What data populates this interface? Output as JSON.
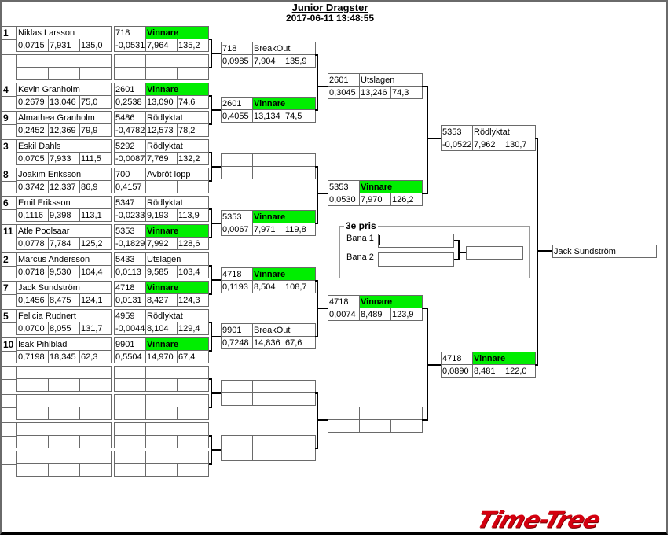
{
  "header": {
    "title": "Junior Dragster",
    "datetime": "2017-06-11 13:48:55"
  },
  "colors": {
    "winner": "#00ee00",
    "border": "#6a6a6a",
    "logo": "#d4000f"
  },
  "round1": [
    {
      "seed": "1",
      "name": "Niklas Larsson",
      "rt": "0,0715",
      "et": "7,931",
      "speed": "135,0",
      "car": "718",
      "status": "Vinnare",
      "rt2": "-0,0531",
      "et2": "7,964",
      "speed2": "135,2",
      "winner": true
    },
    {
      "seed": "",
      "name": "",
      "rt": "",
      "et": "",
      "speed": "",
      "car": "",
      "status": "",
      "rt2": "",
      "et2": "",
      "speed2": "",
      "winner": false
    },
    {
      "seed": "4",
      "name": "Kevin Granholm",
      "rt": "0,2679",
      "et": "13,046",
      "speed": "75,0",
      "car": "2601",
      "status": "Vinnare",
      "rt2": "0,2538",
      "et2": "13,090",
      "speed2": "74,6",
      "winner": true
    },
    {
      "seed": "9",
      "name": "Almathea Granholm",
      "rt": "0,2452",
      "et": "12,369",
      "speed": "79,9",
      "car": "5486",
      "status": "Rödlyktat",
      "rt2": "-0,4782",
      "et2": "12,573",
      "speed2": "78,2",
      "winner": false
    },
    {
      "seed": "3",
      "name": "Eskil Dahls",
      "rt": "0,0705",
      "et": "7,933",
      "speed": "111,5",
      "car": "5292",
      "status": "Rödlyktat",
      "rt2": "-0,0087",
      "et2": "7,769",
      "speed2": "132,2",
      "winner": false
    },
    {
      "seed": "8",
      "name": "Joakim Eriksson",
      "rt": "0,3742",
      "et": "12,337",
      "speed": "86,9",
      "car": "700",
      "status": "Avbröt lopp",
      "rt2": "0,4157",
      "et2": "",
      "speed2": "",
      "winner": false
    },
    {
      "seed": "6",
      "name": "Emil Eriksson",
      "rt": "0,1116",
      "et": "9,398",
      "speed": "113,1",
      "car": "5347",
      "status": "Rödlyktat",
      "rt2": "-0,0233",
      "et2": "9,193",
      "speed2": "113,9",
      "winner": false
    },
    {
      "seed": "11",
      "name": "Atle Poolsaar",
      "rt": "0,0778",
      "et": "7,784",
      "speed": "125,2",
      "car": "5353",
      "status": "Vinnare",
      "rt2": "-0,1829",
      "et2": "7,992",
      "speed2": "128,6",
      "winner": true
    },
    {
      "seed": "2",
      "name": "Marcus Andersson",
      "rt": "0,0718",
      "et": "9,530",
      "speed": "104,4",
      "car": "5433",
      "status": "Utslagen",
      "rt2": "0,0113",
      "et2": "9,585",
      "speed2": "103,4",
      "winner": false
    },
    {
      "seed": "7",
      "name": "Jack Sundström",
      "rt": "0,1456",
      "et": "8,475",
      "speed": "124,1",
      "car": "4718",
      "status": "Vinnare",
      "rt2": "0,0131",
      "et2": "8,427",
      "speed2": "124,3",
      "winner": true
    },
    {
      "seed": "5",
      "name": "Felicia Rudnert",
      "rt": "0,0700",
      "et": "8,055",
      "speed": "131,7",
      "car": "4959",
      "status": "Rödlyktat",
      "rt2": "-0,0044",
      "et2": "8,104",
      "speed2": "129,4",
      "winner": false
    },
    {
      "seed": "10",
      "name": "Isak Pihlblad",
      "rt": "0,7198",
      "et": "18,345",
      "speed": "62,3",
      "car": "9901",
      "status": "Vinnare",
      "rt2": "0,5504",
      "et2": "14,970",
      "speed2": "67,4",
      "winner": true
    },
    {
      "seed": "",
      "name": "",
      "rt": "",
      "et": "",
      "speed": "",
      "car": "",
      "status": "",
      "rt2": "",
      "et2": "",
      "speed2": "",
      "winner": false
    },
    {
      "seed": "",
      "name": "",
      "rt": "",
      "et": "",
      "speed": "",
      "car": "",
      "status": "",
      "rt2": "",
      "et2": "",
      "speed2": "",
      "winner": false
    },
    {
      "seed": "",
      "name": "",
      "rt": "",
      "et": "",
      "speed": "",
      "car": "",
      "status": "",
      "rt2": "",
      "et2": "",
      "speed2": "",
      "winner": false
    },
    {
      "seed": "",
      "name": "",
      "rt": "",
      "et": "",
      "speed": "",
      "car": "",
      "status": "",
      "rt2": "",
      "et2": "",
      "speed2": "",
      "winner": false
    }
  ],
  "round2": [
    {
      "car": "718",
      "status": "BreakOut",
      "rt": "0,0985",
      "et": "7,904",
      "speed": "135,9",
      "winner": false
    },
    {
      "car": "2601",
      "status": "Vinnare",
      "rt": "0,4055",
      "et": "13,134",
      "speed": "74,5",
      "winner": true
    },
    {
      "car": "",
      "status": "",
      "rt": "",
      "et": "",
      "speed": "",
      "winner": false
    },
    {
      "car": "5353",
      "status": "Vinnare",
      "rt": "0,0067",
      "et": "7,971",
      "speed": "119,8",
      "winner": true
    },
    {
      "car": "4718",
      "status": "Vinnare",
      "rt": "0,1193",
      "et": "8,504",
      "speed": "108,7",
      "winner": true
    },
    {
      "car": "9901",
      "status": "BreakOut",
      "rt": "0,7248",
      "et": "14,836",
      "speed": "67,6",
      "winner": false
    },
    {
      "car": "",
      "status": "",
      "rt": "",
      "et": "",
      "speed": "",
      "winner": false
    },
    {
      "car": "",
      "status": "",
      "rt": "",
      "et": "",
      "speed": "",
      "winner": false
    }
  ],
  "round3": [
    {
      "car": "2601",
      "status": "Utslagen",
      "rt": "0,3045",
      "et": "13,246",
      "speed": "74,3",
      "winner": false
    },
    {
      "car": "5353",
      "status": "Vinnare",
      "rt": "0,0530",
      "et": "7,970",
      "speed": "126,2",
      "winner": true
    },
    {
      "car": "4718",
      "status": "Vinnare",
      "rt": "0,0074",
      "et": "8,489",
      "speed": "123,9",
      "winner": true
    },
    {
      "car": "",
      "status": "",
      "rt": "",
      "et": "",
      "speed": "",
      "winner": false
    }
  ],
  "round4": [
    {
      "car": "5353",
      "status": "Rödlyktat",
      "rt": "-0,0522",
      "et": "7,962",
      "speed": "130,7",
      "winner": false
    },
    {
      "car": "4718",
      "status": "Vinnare",
      "rt": "0,0890",
      "et": "8,481",
      "speed": "122,0",
      "winner": true
    }
  ],
  "final": {
    "winner_name": "Jack Sundström"
  },
  "third_place": {
    "title": "3e pris",
    "lane1_label": "Bana 1",
    "lane2_label": "Bana 2",
    "lane1_a": "",
    "lane1_b": "",
    "lane2_a": "",
    "lane2_b": "",
    "result": ""
  },
  "logo": {
    "text": "Time-Tree"
  }
}
